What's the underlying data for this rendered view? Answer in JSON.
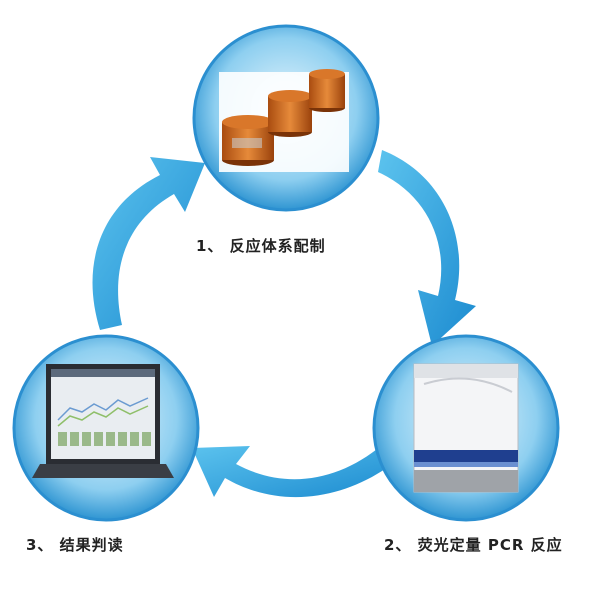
{
  "steps": [
    {
      "label": "1、 反应体系配制",
      "image": "reagent-tubes"
    },
    {
      "label": "2、 荧光定量 PCR 反应",
      "image": "pcr-instrument"
    },
    {
      "label": "3、 结果判读",
      "image": "laptop-results"
    }
  ],
  "colors": {
    "arrow": "#2aa3df",
    "arrow_dark": "#1a86c4",
    "circle": "#3b9fd9",
    "circle_light": "#bfe4f7"
  }
}
